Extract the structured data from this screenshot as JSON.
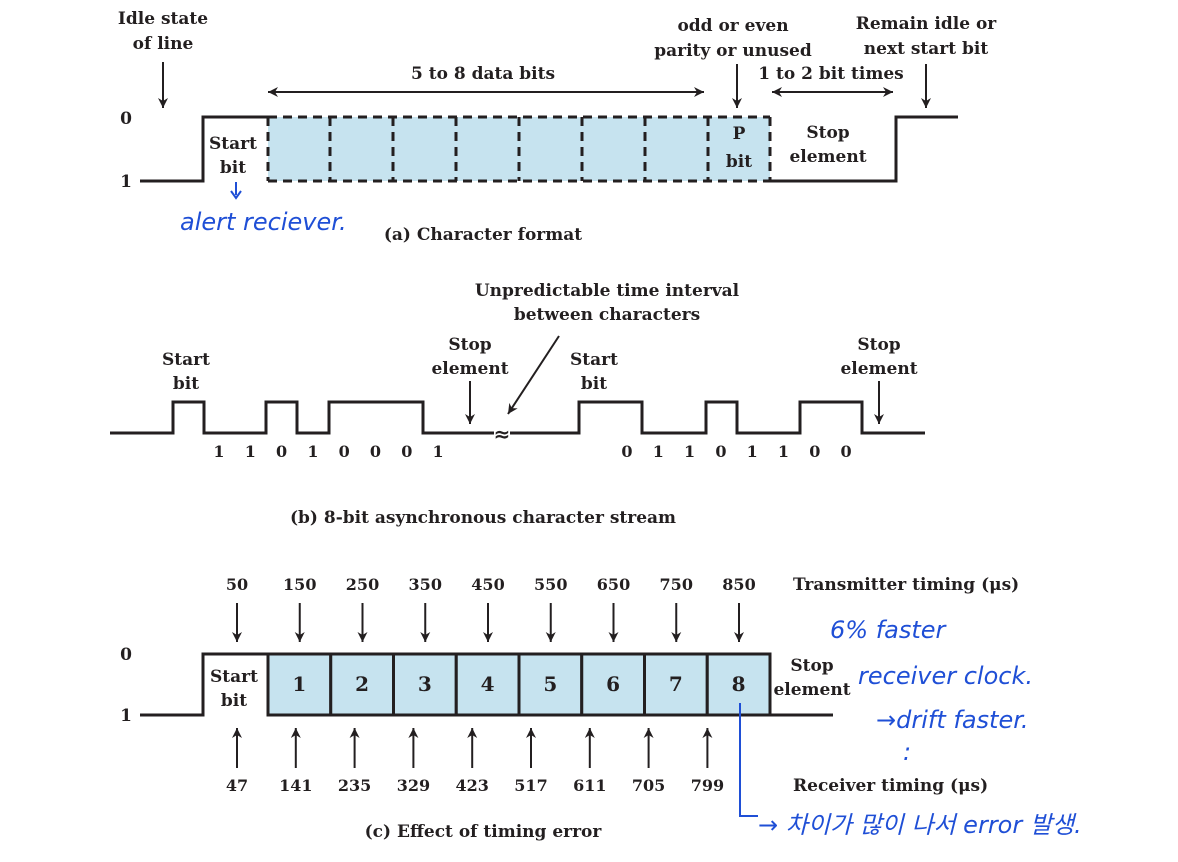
{
  "a": {
    "idle_line1": "Idle state",
    "idle_line2": "of line",
    "parity_line1": "odd or even",
    "parity_line2": "parity or unused",
    "remain_line1": "Remain idle or",
    "remain_line2": "next start bit",
    "data_bits": "5 to 8 data bits",
    "bit_times": "1 to 2 bit times",
    "level0": "0",
    "level1": "1",
    "start1": "Start",
    "start2": "bit",
    "p1": "P",
    "p2": "bit",
    "stop1": "Stop",
    "stop2": "element",
    "caption": "(a) Character format"
  },
  "b": {
    "interval1": "Unpredictable time interval",
    "interval2": "between characters",
    "start1": "Start",
    "start2": "bit",
    "stop1": "Stop",
    "stop2": "element",
    "break_mark": "≈",
    "bits_left": [
      "1",
      "1",
      "0",
      "1",
      "0",
      "0",
      "0",
      "1"
    ],
    "bits_right": [
      "0",
      "1",
      "1",
      "0",
      "1",
      "1",
      "0",
      "0"
    ],
    "caption": "(b) 8-bit asynchronous character stream"
  },
  "c": {
    "tx_times": [
      "50",
      "150",
      "250",
      "350",
      "450",
      "550",
      "650",
      "750",
      "850"
    ],
    "tx_label": "Transmitter timing (μs)",
    "rx_times": [
      "47",
      "141",
      "235",
      "329",
      "423",
      "517",
      "611",
      "705",
      "799"
    ],
    "rx_label": "Receiver timing (μs)",
    "cells": [
      "1",
      "2",
      "3",
      "4",
      "5",
      "6",
      "7",
      "8"
    ],
    "level0": "0",
    "level1": "1",
    "start1": "Start",
    "start2": "bit",
    "stop1": "Stop",
    "stop2": "element",
    "caption": "(c) Effect of timing error"
  },
  "handwriting": {
    "alert": "alert reciever.",
    "faster": "6% faster",
    "clock": "receiver clock.",
    "drift": "→drift faster.",
    "dots": ":",
    "error": "→ 차이가 많이 나서 error 발생."
  },
  "colors": {
    "fill": "#c6e3ef",
    "ink": "#231f20",
    "pen": "#1f4fd6"
  }
}
